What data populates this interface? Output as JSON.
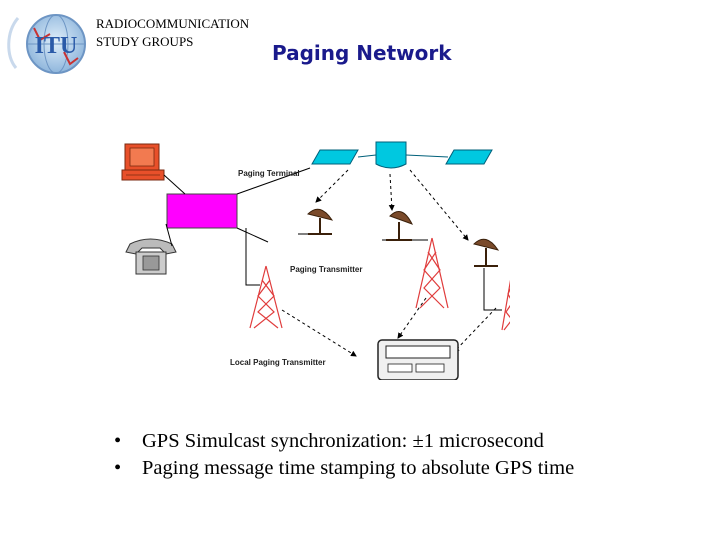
{
  "header": {
    "org_line1": "RADIOCOMMUNICATION",
    "org_line2": "STUDY GROUPS",
    "logo_text": "ITU",
    "title": "Paging Network"
  },
  "diagram": {
    "labels": {
      "paging_terminal": "Paging Terminal",
      "paging_transmitter": "Paging Transmitter",
      "local_paging_transmitter": "Local Paging Transmitter"
    },
    "colors": {
      "terminal_box": "#ff00ff",
      "satellite": "#00c8e0",
      "computer": "#e8502a",
      "tower": "#e03c3c",
      "dish": "#7a4a2a"
    }
  },
  "bullets": [
    "GPS Simulcast synchronization: ±1 microsecond",
    "Paging message time stamping to absolute GPS time"
  ]
}
